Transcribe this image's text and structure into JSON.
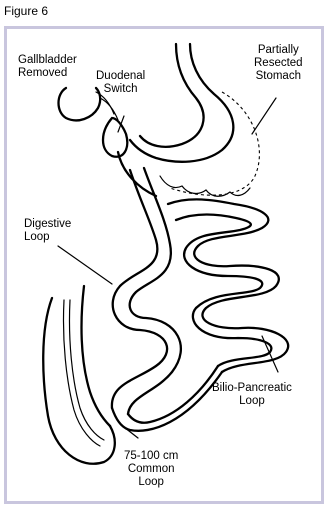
{
  "figure_title": "Figure 6",
  "labels": {
    "gallbladder": "Gallbladder\nRemoved",
    "duodenal_switch": "Duodenal\nSwitch",
    "stomach": "Partially\nResected\nStomach",
    "digestive_loop": "Digestive\nLoop",
    "bilio_pancreatic": "Bilio-Pancreatic\nLoop",
    "common_loop": "75-100 cm\nCommon\nLoop"
  }
}
